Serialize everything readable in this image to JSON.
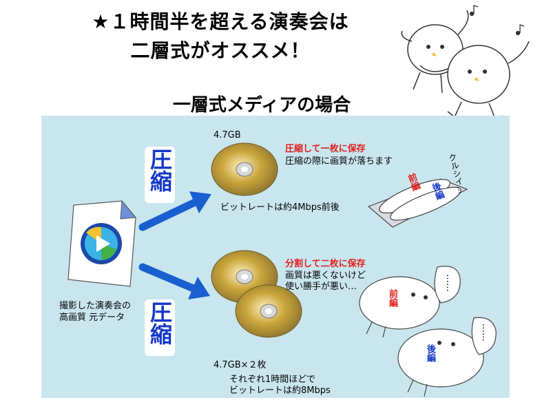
{
  "header": {
    "line1": "★１時間半を超える演奏会は",
    "line2": "二層式がオススメ！"
  },
  "section_title": "一層式メディアの場合",
  "source": {
    "caption_line1": "撮影した演奏会の",
    "caption_line2": "高画質 元データ"
  },
  "compress_label": "圧縮",
  "single_layer": {
    "capacity": "4.7GB",
    "title": "圧縮して一枚に保存",
    "note": "圧縮の際に画質が落ちます",
    "bitrate": "ビットレートは約4Mbps前後",
    "bird_speech": "クルシイ…",
    "label_front": "前編",
    "label_back": "後編"
  },
  "dual_disc": {
    "capacity": "4.7GB×２枚",
    "title": "分割して二枚に保存",
    "note_line1": "画質は悪くないけど",
    "note_line2": "使い勝手が悪い…",
    "duration": "それぞれ1時間ほどで",
    "bitrate": "ビットレートは約8Mbps",
    "bird1_label": "前編",
    "bird2_label": "後編",
    "speech1": "……",
    "speech2": "……"
  },
  "colors": {
    "panel": "#c9e6ef",
    "arrow": "#1a5fcf",
    "accent_red": "#e0201e",
    "accent_blue": "#1537c8"
  }
}
